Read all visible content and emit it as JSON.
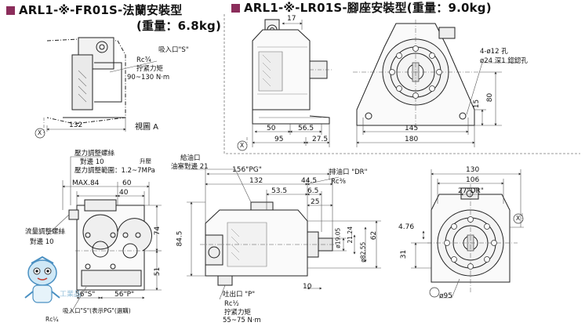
{
  "titles": {
    "left_title": "ARL1-※-FR01S-法蘭安裝型",
    "left_weight": "(重量：6.8kg)",
    "right_title": "ARL1-※-LR01S-腳座安裝型(重量：9.0kg)"
  },
  "flange_view": {
    "inlet_label": "吸入口\"S\"",
    "inlet_thread": "Rc¾",
    "torque_label": "拧紧力矩",
    "torque_value": "90~130 N·m",
    "dim_132": "132",
    "ref_view": "視圖 A",
    "x_mark": "X"
  },
  "foot_view": {
    "dim_17": "17",
    "dim_50": "50",
    "dim_56_5": "56.5",
    "dim_95": "95",
    "dim_27_5": "27.5",
    "dim_145": "145",
    "dim_180": "180",
    "dim_15": "15",
    "dim_80": "80",
    "hole_note_1": "4-ø12 孔",
    "hole_note_2": "ø24 深1 鍃鍃孔",
    "x_mark": "X"
  },
  "pressure_view": {
    "adj_label": "壓力調整螺絲",
    "hex_label": "對邊 10",
    "range_label": "壓力調整範圍：1.2~7MPa",
    "raise_label": "升壓",
    "dim_max84": "MAX.84",
    "dim_60": "60",
    "dim_40": "40",
    "dim_74": "74",
    "dim_51": "51",
    "flow_adj_label": "流量調整螺絲",
    "flow_hex": "對邊 10",
    "dim_56s": "56\"S\"",
    "dim_56p": "56\"P\"",
    "suction_label": "吸入口\"S\"(表示PG\"(選購)",
    "rc_quarter": "Rc¼"
  },
  "side_view": {
    "oil_label": "給油口",
    "hex21": "油塞對邊 21",
    "dim_156pg": "156\"PG\"",
    "dim_132": "132",
    "dim_53_5": "53.5",
    "dim_44_5": "44.5",
    "dim_6_5": "6.5",
    "dim_25": "25",
    "drain_label": "排油口 \"DR\"",
    "drain_rc": "Rc⅜",
    "dim_84_5": "84.5",
    "dim_d19": "ø19.05",
    "dim_21_24": "21.24",
    "dim_d82": "ø82.55",
    "dim_62": "62",
    "dim_10": "10",
    "outlet_label": "吐出口 \"P\"",
    "outlet_rc": "Rc½",
    "torque_label": "拧紧力矩",
    "torque_value": "55~75 N·m"
  },
  "end_view": {
    "dim_130": "130",
    "dim_106": "106",
    "dim_27dr": "27\"DR\"",
    "dim_4_76": "4.76",
    "dim_31": "31",
    "dim_d95": "ø95",
    "x_mark": "X"
  },
  "watermark": {
    "text": "工業品"
  },
  "colors": {
    "accent": "#8b2d5b",
    "line": "#222222",
    "dim": "#555555",
    "hatch": "#777777"
  }
}
